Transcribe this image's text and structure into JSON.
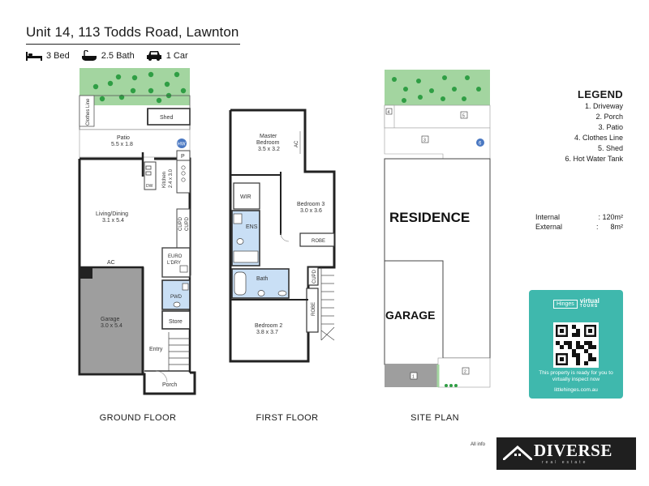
{
  "header": {
    "address": "Unit 14, 113 Todds Road, Lawnton",
    "beds": "3 Bed",
    "baths": "2.5 Bath",
    "cars": "1 Car"
  },
  "ground_floor": {
    "label": "GROUND FLOOR",
    "clothes_line": "Clothes Line",
    "shed": "Shed",
    "patio": "Patio",
    "patio_size": "5.5 x 1.8",
    "hw": "HW",
    "p": "P",
    "dw": "DW",
    "kitchen": "Kitchen",
    "kitchen_size": "2.4 x 3.0",
    "living": "Living/Dining",
    "living_size": "3.1 x 5.4",
    "cupd1": "CUPD",
    "cupd2": "CUPD",
    "euro": "EURO",
    "ldry": "L'DRY",
    "ac": "AC",
    "pwd": "PWD",
    "garage": "Garage",
    "garage_size": "3.0 x 5.4",
    "store": "Store",
    "entry": "Entry",
    "porch": "Porch"
  },
  "first_floor": {
    "label": "FIRST FLOOR",
    "master": "Master",
    "bedroom": "Bedroom",
    "master_size": "3.5 x 3.2",
    "ac": "AC",
    "wir": "WIR",
    "bed3": "Bedroom 3",
    "bed3_size": "3.0 x 3.6",
    "ens": "ENS",
    "robe1": "ROBE",
    "bath": "Bath",
    "cupd": "CUPD",
    "robe2": "ROBE",
    "bed2": "Bedroom 2",
    "bed2_size": "3.8 x 3.7"
  },
  "site_plan": {
    "label": "SITE PLAN",
    "residence": "RESIDENCE",
    "garage": "GARAGE",
    "marks": [
      "1",
      "2",
      "3",
      "4",
      "5",
      "6"
    ]
  },
  "legend": {
    "title": "LEGEND",
    "items": [
      "1. Driveway",
      "2. Porch",
      "3. Patio",
      "4. Clothes Line",
      "5. Shed",
      "6. Hot Water Tank"
    ]
  },
  "areas": {
    "internal_label": "Internal",
    "internal_value": ": 120m²",
    "external_label": "External",
    "external_value": ":      8m²"
  },
  "virtual_tour": {
    "brand": "Hinges",
    "word1": "virtual",
    "word2": "TOURS",
    "text": "This property is ready for you to virtually inspect now",
    "url": "littlehinges.com.au"
  },
  "footer": {
    "disclaimer": "All info",
    "brand_name": "DIVERSE",
    "brand_sub": "real estate"
  },
  "colors": {
    "garden": "#a3d5a0",
    "tree": "#2f9e44",
    "wet_area": "#c9dff5",
    "garage": "#9e9e9e",
    "accent": "#3fb8ad",
    "hw_badge": "#4a78c2"
  }
}
